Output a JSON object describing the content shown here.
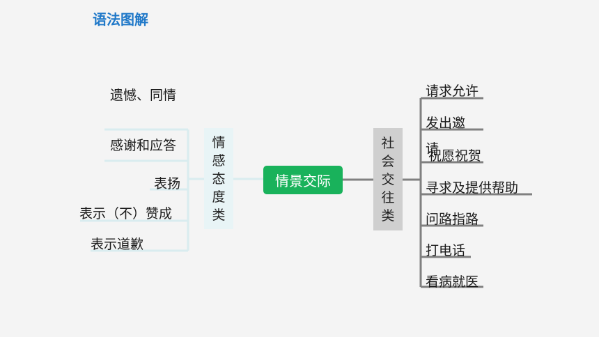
{
  "heading": "语法图解",
  "center": "情景交际",
  "left_branch": {
    "label_chars": [
      "情",
      "感",
      "态",
      "度",
      "类"
    ],
    "items": [
      "遗憾、同情",
      "感谢和应答",
      "表扬",
      "表示（不）赞成",
      "表示道歉"
    ]
  },
  "right_branch": {
    "label_chars": [
      "社",
      "会",
      "交",
      "往",
      "类"
    ],
    "items": [
      "请求允许",
      "发出邀",
      "请",
      "祝愿祝贺",
      "寻求及提供帮助",
      "问路指路",
      "打电话",
      "看病就医"
    ]
  },
  "colors": {
    "heading": "#1f78c8",
    "center_fill": "#19b25b",
    "left_box_fill": "#e8f4f6",
    "right_box_fill": "#cfcfcf",
    "left_lines": "#d9ecef",
    "right_lines": "#808080"
  }
}
